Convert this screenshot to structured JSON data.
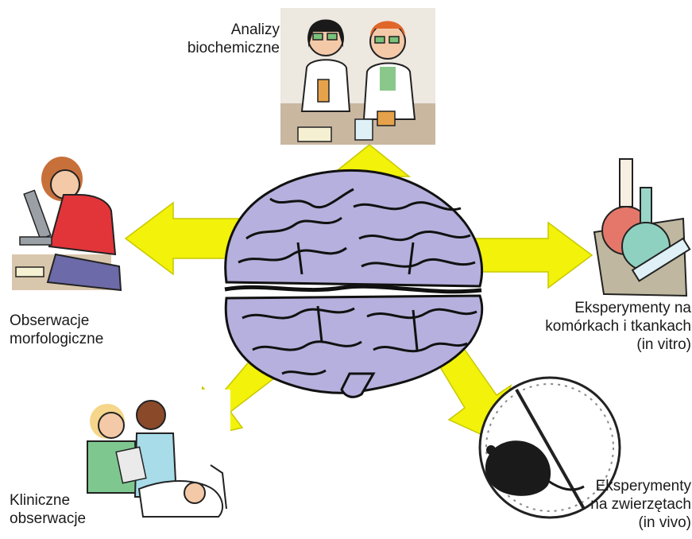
{
  "colors": {
    "arrow": "#f2f20a",
    "arrow_stroke": "#c8c800",
    "brain": "#b5b0dd",
    "brain_outline": "#111111",
    "background": "#ffffff"
  },
  "center": {
    "icon": "brain-icon"
  },
  "branches": [
    {
      "id": "biochemical",
      "icon": "lab-scientists-icon",
      "lines": [
        "Analizy",
        "biochemiczne"
      ]
    },
    {
      "id": "morphological",
      "icon": "microscope-researcher-icon",
      "lines": [
        "Obserwacje",
        "morfologiczne"
      ]
    },
    {
      "id": "in-vitro",
      "icon": "lab-flasks-icon",
      "lines": [
        "Eksperymenty na",
        "komórkach i tkankach",
        "(in vitro)"
      ]
    },
    {
      "id": "clinical",
      "icon": "hospital-patient-icon",
      "lines": [
        "Kliniczne",
        "obserwacje"
      ]
    },
    {
      "id": "in-vivo",
      "icon": "rat-wheel-icon",
      "lines": [
        "Eksperymenty",
        "na zwierzętach",
        "(in vivo)"
      ]
    }
  ]
}
